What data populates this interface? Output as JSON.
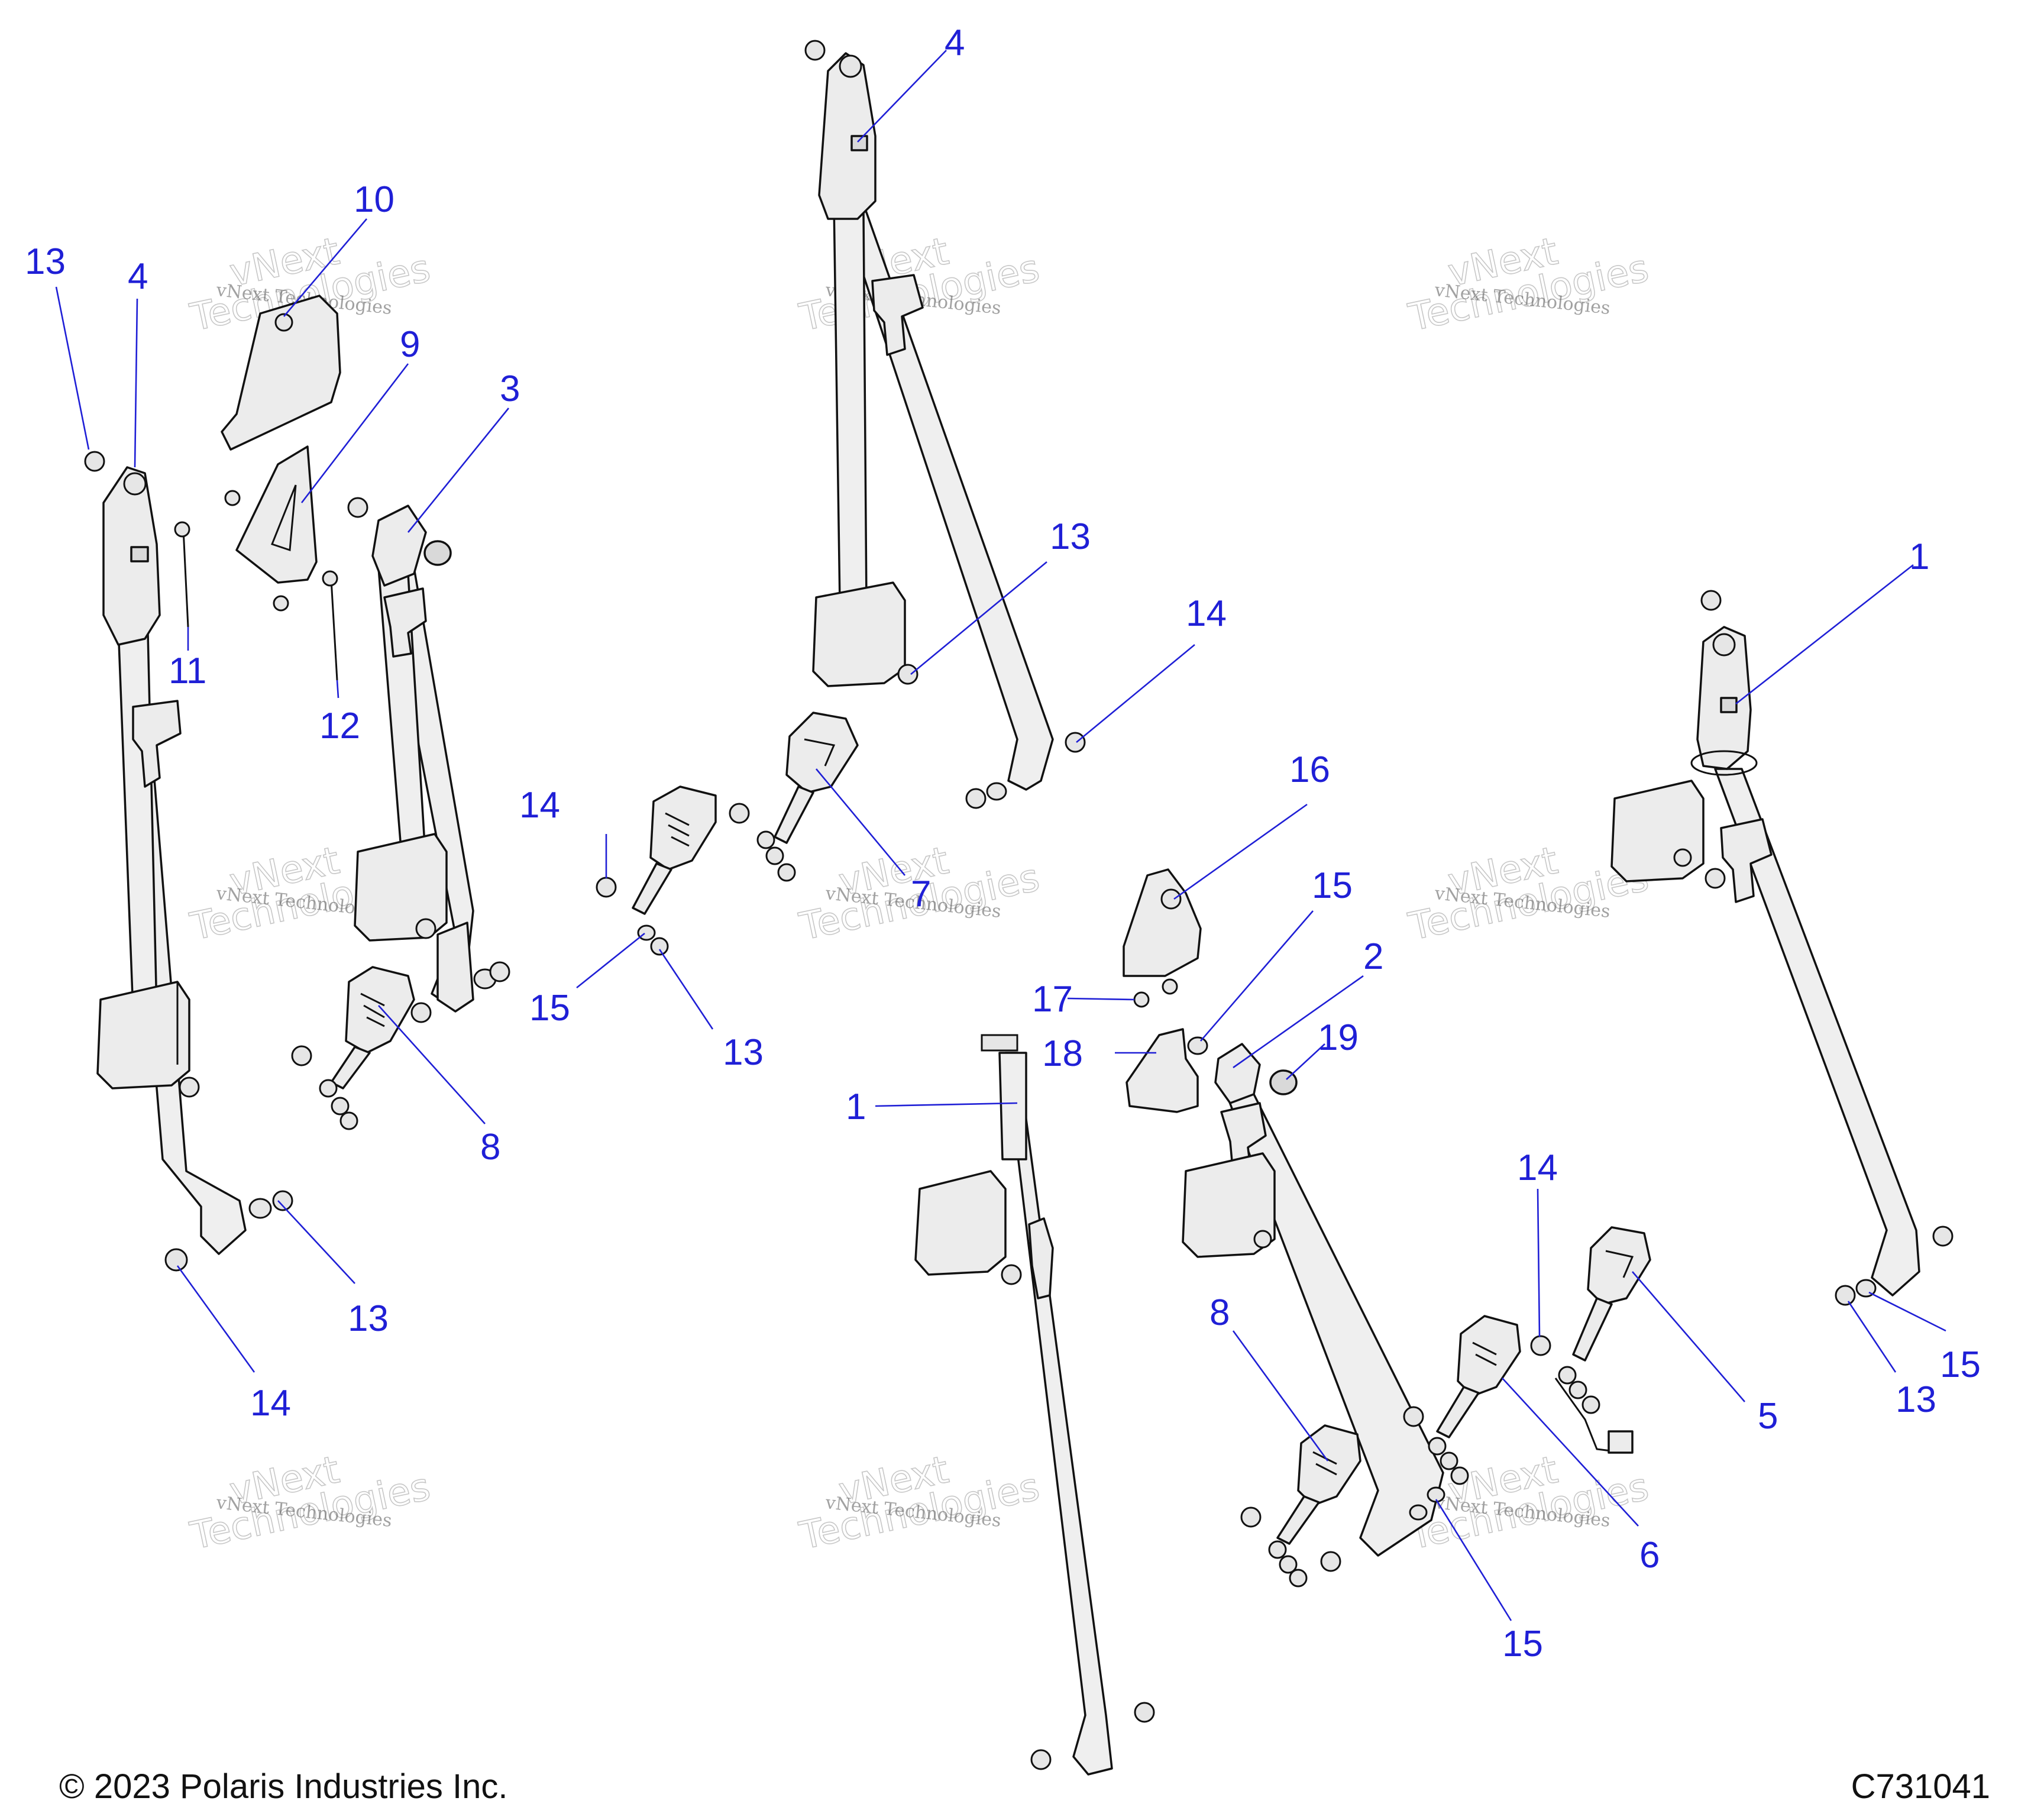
{
  "callouts": [
    {
      "id": "c-13-a",
      "label": "13"
    },
    {
      "id": "c-4-a",
      "label": "4"
    },
    {
      "id": "c-10",
      "label": "10"
    },
    {
      "id": "c-9",
      "label": "9"
    },
    {
      "id": "c-3",
      "label": "3"
    },
    {
      "id": "c-11",
      "label": "11"
    },
    {
      "id": "c-12",
      "label": "12"
    },
    {
      "id": "c-8-a",
      "label": "8"
    },
    {
      "id": "c-13-b",
      "label": "13"
    },
    {
      "id": "c-14-a",
      "label": "14"
    },
    {
      "id": "c-4-b",
      "label": "4"
    },
    {
      "id": "c-13-c",
      "label": "13"
    },
    {
      "id": "c-14-b",
      "label": "14"
    },
    {
      "id": "c-14-c",
      "label": "14"
    },
    {
      "id": "c-7",
      "label": "7"
    },
    {
      "id": "c-15-a",
      "label": "15"
    },
    {
      "id": "c-13-d",
      "label": "13"
    },
    {
      "id": "c-16",
      "label": "16"
    },
    {
      "id": "c-15-b",
      "label": "15"
    },
    {
      "id": "c-2",
      "label": "2"
    },
    {
      "id": "c-17",
      "label": "17"
    },
    {
      "id": "c-18",
      "label": "18"
    },
    {
      "id": "c-19",
      "label": "19"
    },
    {
      "id": "c-1-a",
      "label": "1"
    },
    {
      "id": "c-1-b",
      "label": "1"
    },
    {
      "id": "c-14-d",
      "label": "14"
    },
    {
      "id": "c-8-b",
      "label": "8"
    },
    {
      "id": "c-6",
      "label": "6"
    },
    {
      "id": "c-5",
      "label": "5"
    },
    {
      "id": "c-15-c",
      "label": "15"
    },
    {
      "id": "c-13-e",
      "label": "13"
    },
    {
      "id": "c-15-d",
      "label": "15"
    }
  ],
  "watermark": {
    "line1": "vNext Technologies",
    "line2": "vNext",
    "line3": "Technologies"
  },
  "footer": {
    "copyright": "© 2023 Polaris Industries Inc.",
    "drawing_number": "C731041"
  }
}
